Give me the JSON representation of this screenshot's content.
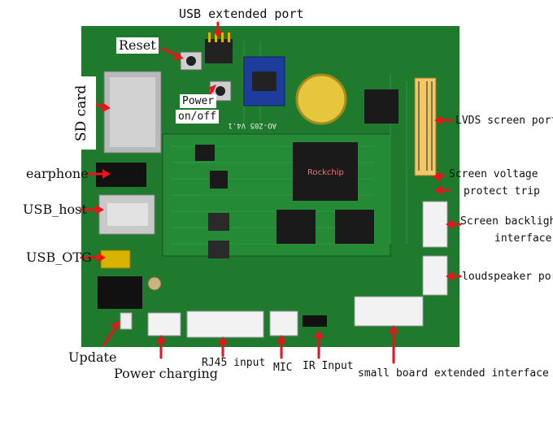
{
  "labels": {
    "usb_extended_port": "USB extended port",
    "reset": "Reset",
    "power_onoff_line1": "Power",
    "power_onoff_line2": "on/off",
    "sd_card": "SD card",
    "earphone": "earphone",
    "usb_host": "USB_host",
    "usb_otg": "USB_OTG",
    "update": "Update",
    "power_charging": "Power charging",
    "rj45_input": "RJ45 input",
    "mic": "MIC",
    "ir_input": "IR Input",
    "small_board_extended_interface": "small board extended interface",
    "lvds_screen_port": "LVDS screen port",
    "screen_voltage": "Screen voltage",
    "protect_trip": "protect trip",
    "screen_backlight": "Screen backlight",
    "interface": "interface",
    "loudspeaker_port": "loudspeaker port"
  },
  "board": {
    "silkscreen_version": "AO-Z05 V4.1",
    "chip_brand": "Rockchip",
    "colors": {
      "pcb": "#1f7a2e",
      "pcb_dark": "#155a20",
      "arrow": "#e8141a",
      "chip": "#1a1a1a"
    }
  }
}
